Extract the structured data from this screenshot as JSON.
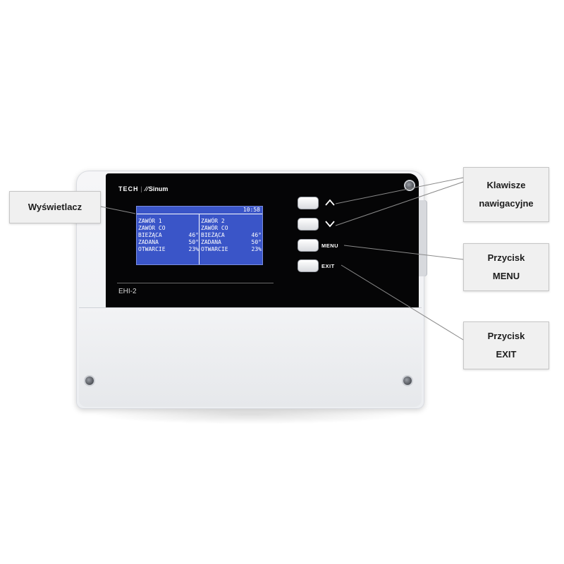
{
  "device": {
    "brand": "TECH",
    "sub_brand": "Sinum",
    "model": "EHI-2"
  },
  "lcd": {
    "time": "10:58",
    "columns": [
      {
        "title": "ZAWÓR 1",
        "source": "ZAWÓR CO",
        "current_label": "BIEŻĄCA",
        "current_value": "46°",
        "target_label": "ZADANA",
        "target_value": "50°",
        "opening_label": "OTWARCIE",
        "opening_value": "23%"
      },
      {
        "title": "ZAWÓR 2",
        "source": "ZAWÓR CO",
        "current_label": "BIEŻĄCA",
        "current_value": "46°",
        "target_label": "ZADANA",
        "target_value": "50°",
        "opening_label": "OTWARCIE",
        "opening_value": "23%"
      }
    ]
  },
  "buttons": {
    "up_icon": "chevron-up-icon",
    "down_icon": "chevron-down-icon",
    "menu_label": "MENU",
    "exit_label": "EXIT"
  },
  "callouts": {
    "display": "Wyświetlacz",
    "nav_line1": "Klawisze",
    "nav_line2": "nawigacyjne",
    "menu_line1": "Przycisk",
    "menu_line2": "MENU",
    "exit_line1": "Przycisk",
    "exit_line2": "EXIT"
  },
  "colors": {
    "lcd_background": "#3a55c8",
    "panel": "#050506",
    "callout_background": "#f0f0f0"
  }
}
